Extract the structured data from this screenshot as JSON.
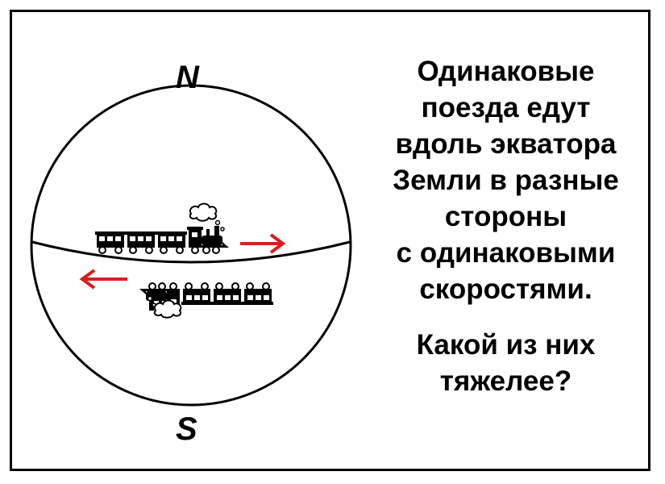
{
  "labels": {
    "north": "N",
    "south": "S"
  },
  "statement_lines": [
    "Одинаковые",
    "поезда едут",
    "вдоль экватора",
    "Земли в разные",
    "стороны",
    "с одинаковыми",
    "скоростями."
  ],
  "question_lines": [
    "Какой из них",
    "тяжелее?"
  ],
  "colors": {
    "arrow": "#d62020",
    "ink": "#000000",
    "background": "#ffffff"
  },
  "icons": {
    "train_top": "train-icon",
    "train_bottom": "train-icon",
    "smoke": "smoke-cloud-icon",
    "arrow_right": "arrow-right-icon",
    "arrow_left": "arrow-left-icon"
  }
}
